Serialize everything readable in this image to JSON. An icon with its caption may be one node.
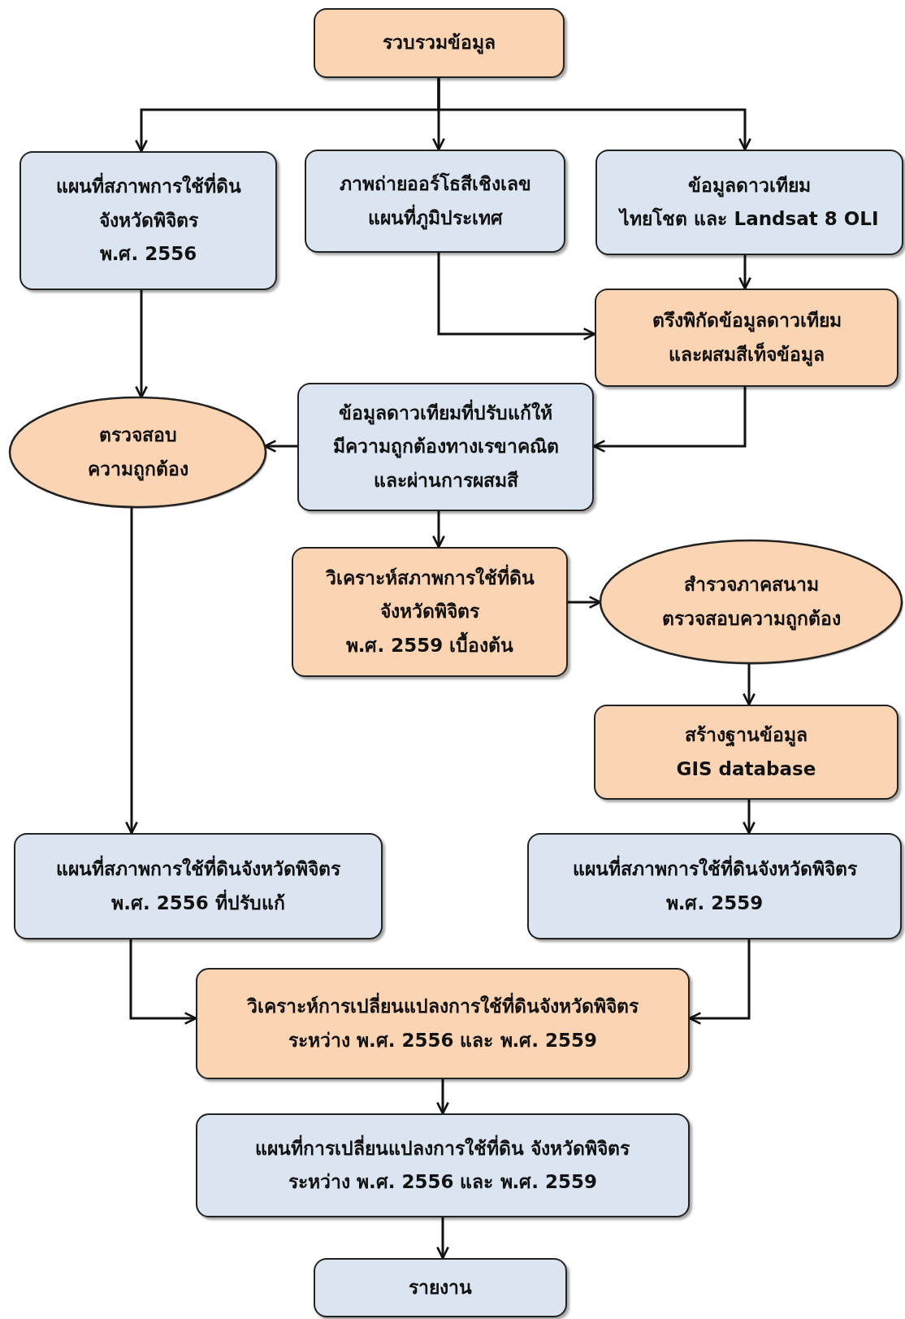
{
  "diagram": {
    "nodes": [
      {
        "text": [
          "รวบรวมข้อมูล"
        ]
      },
      {
        "text": [
          "แผนที่สภาพการใช้ที่ดิน จังหวัดพิจิตร พ.ศ. 2556"
        ]
      },
      {
        "text": [
          "ภาพถ่ายออร์โธสีเชิงเลข แผนที่ภูมิประเทศ"
        ]
      },
      {
        "text": [
          "ข้อมูลดาวเทียม ไทยโชต และ Landsat 8 OLI"
        ]
      },
      {
        "text": [
          "ตรึงพิกัดข้อมูลดาวเทียม และผสมสีเท็จข้อมูล"
        ]
      },
      {
        "text": [
          "ตรวจสอบ ความถูกต้อง"
        ]
      },
      {
        "text": [
          "ข้อมูลดาวเทียมที่ปรับแก้ให้ มีความถูกต้องทางเรขาคณิต และผ่านการผสมสี"
        ]
      },
      {
        "text": [
          "วิเคราะห์สภาพการใช้ที่ดิน จังหวัดพิจิตร พ.ศ. 2559 เบื้องต้น"
        ]
      },
      {
        "text": [
          "สำรวจภาคสนาม ตรวจสอบความถูกต้อง"
        ]
      },
      {
        "text": [
          "สร้างฐานข้อมูล GIS database"
        ]
      },
      {
        "text": [
          "แผนที่สภาพการใช้ที่ดินจังหวัดพิจิตร พ.ศ. 2556 ที่ปรับแก้"
        ]
      },
      {
        "text": [
          "แผนที่สภาพการใช้ที่ดินจังหวัดพิจิตร พ.ศ. 2559"
        ]
      },
      {
        "text": [
          "วิเคราะห์การเปลี่ยนแปลงการใช้ที่ดินจังหวัดพิจิตร ระหว่าง พ.ศ. 2556 และ พ.ศ. 2559"
        ]
      },
      {
        "text": [
          "แผนที่การเปลี่ยนแปลงการใช้ที่ดิน จังหวัดพิจิตร ระหว่าง พ.ศ. 2556 และ พ.ศ. 2559"
        ]
      },
      {
        "text": [
          "รายงาน"
        ]
      }
    ],
    "edges": [
      {
        "from": 0,
        "to": 1,
        "arrow": "to"
      },
      {
        "from": 0,
        "to": 2,
        "arrow": "to"
      },
      {
        "from": 0,
        "to": 3,
        "arrow": "to"
      },
      {
        "from": 3,
        "to": 4,
        "arrow": "to"
      },
      {
        "from": 2,
        "to": 4,
        "arrow": "to"
      },
      {
        "from": 1,
        "to": 5,
        "arrow": "to"
      },
      {
        "from": 4,
        "to": 6,
        "arrow": "to"
      },
      {
        "from": 6,
        "to": 5,
        "arrow": "to"
      },
      {
        "from": 6,
        "to": 7,
        "arrow": "to"
      },
      {
        "from": 7,
        "to": 8,
        "arrow": "to"
      },
      {
        "from": 8,
        "to": 9,
        "arrow": "to"
      },
      {
        "from": 9,
        "to": 11,
        "arrow": "to"
      },
      {
        "from": 5,
        "to": 10,
        "arrow": "to"
      },
      {
        "from": 10,
        "to": 12,
        "arrow": "to"
      },
      {
        "from": 11,
        "to": 12,
        "arrow": "to"
      },
      {
        "from": 12,
        "to": 13,
        "arrow": "to"
      },
      {
        "from": 13,
        "to": 14,
        "arrow": "to"
      }
    ]
  }
}
